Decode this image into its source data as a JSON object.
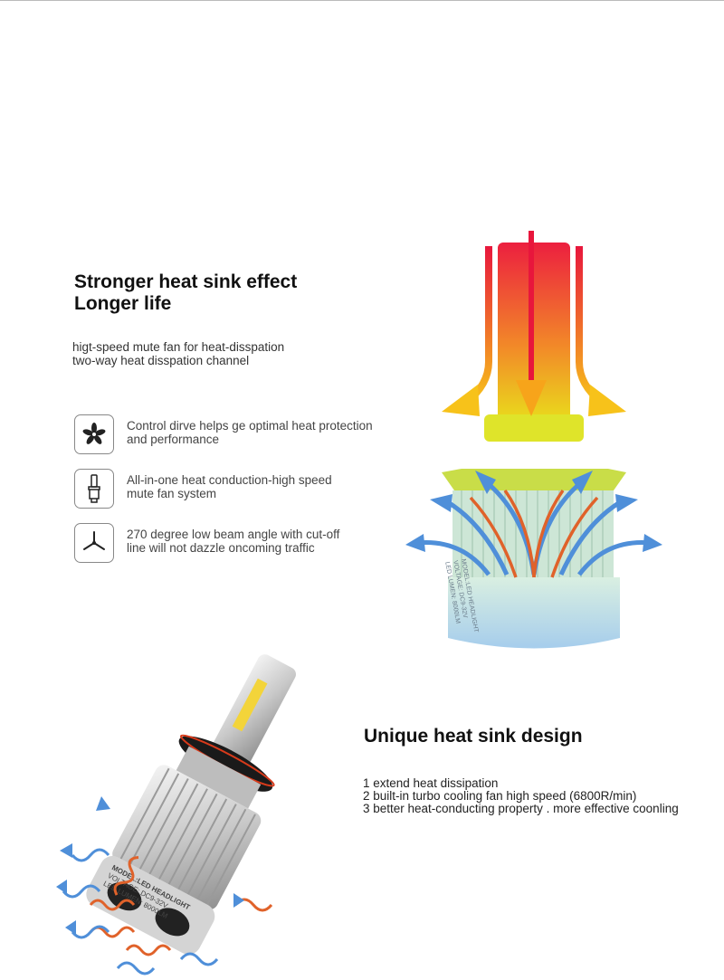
{
  "section1": {
    "title_line1": "Stronger heat sink effect",
    "title_line2": "Longer life",
    "sub_line1": "higt-speed mute fan for heat-disspation",
    "sub_line2": "two-way heat disspation channel",
    "features": [
      {
        "icon": "fan-icon",
        "line1": "Control dirve helps ge optimal heat protection",
        "line2": "and performance"
      },
      {
        "icon": "bulb-icon",
        "line1": "All-in-one heat conduction-high speed",
        "line2": "mute fan system"
      },
      {
        "icon": "beam-angle-icon",
        "line1": "270 degree low beam angle with cut-off",
        "line2": "line will not dazzle oncoming traffic"
      }
    ]
  },
  "bulb1": {
    "label_line1": "MODEL:LED HEADLIGHT",
    "label_line2": "VOLTAGE: DC9-32V",
    "label_line3": "LED LUMEN: 8000LM"
  },
  "section2": {
    "title": "Unique heat sink design",
    "items": [
      "1 extend heat dissipation",
      "2 built-in turbo cooling fan high speed (6800R/min)",
      "3 better heat-conducting property . more effective coonling"
    ]
  },
  "bulb2": {
    "label_line1": "MODEL:LED HEADLIGHT",
    "label_line2": "VOLTAGE: DC9-32V",
    "label_line3": "LED LUMEN: 8000LM"
  },
  "colors": {
    "heat_red": "#e8163c",
    "heat_yellow": "#f7c21a",
    "air_blue": "#4f8fd9",
    "heat_orange": "#e0622a"
  }
}
